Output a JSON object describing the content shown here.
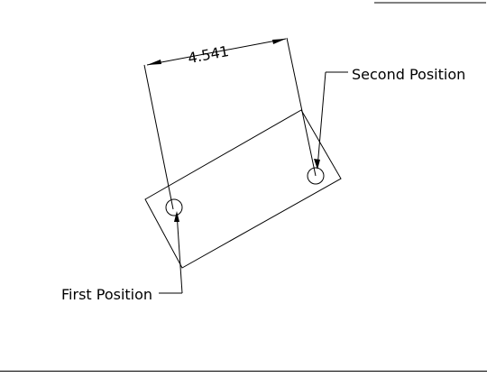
{
  "dimension": {
    "value": "4.541"
  },
  "labels": {
    "second_position": "Second Position",
    "first_position": "First Position"
  },
  "colors": {
    "line": "#000000",
    "background": "#ffffff"
  }
}
